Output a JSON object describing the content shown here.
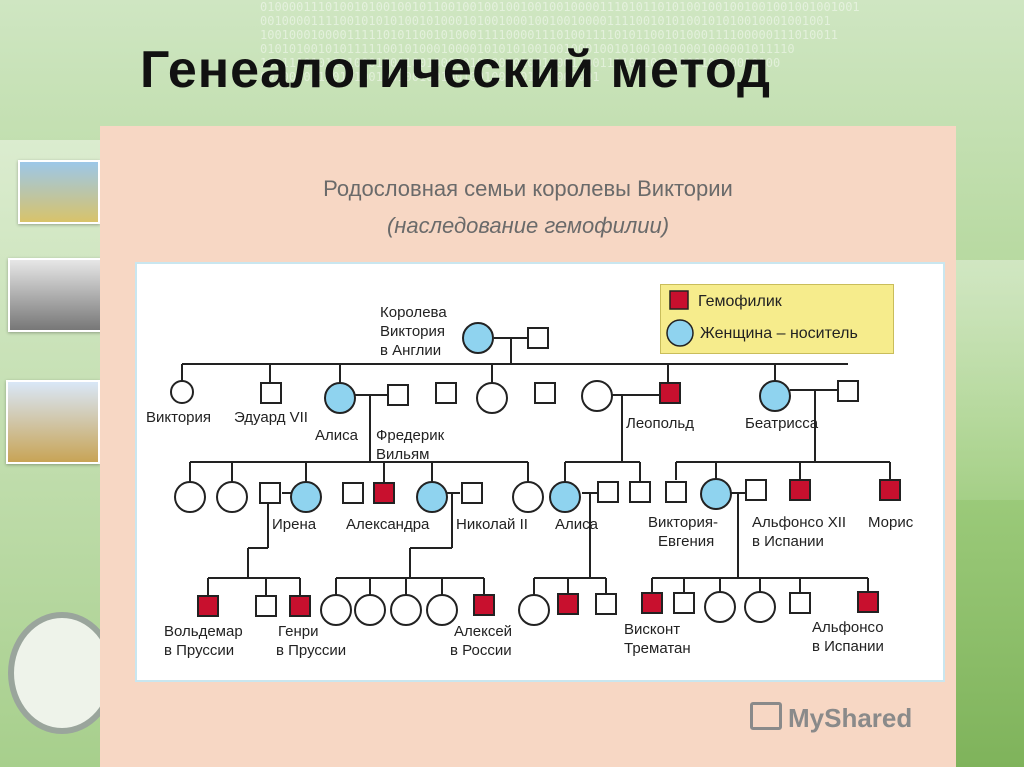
{
  "slide_title": "Генеалогический метод",
  "background_binary": [
    "01000011101001010010010110010010010010010010000111010110101001001001001001001001001",
    "0010000111100101010100101000101001000100100100001111001010100101010010001001001",
    "10010001000011111010110010100011110000111010011110101100101000111100000111010011",
    "01010100101011111001010001000010101010010010001001010010010001000001011110",
    "100111010110100010011001000101010000100100011001111001010100010010010100",
    "00100001110101001001001001001001001001001001001"
  ],
  "diagram": {
    "title": "Родословная семьи королевы Виктории",
    "subtitle": "(наследование гемофилии)",
    "legend": {
      "hemophiliac": "Гемофилик",
      "carrier": "Женщина – носитель"
    },
    "colors": {
      "hemophiliac": "#c8102e",
      "carrier": "#8fd3ef",
      "line": "#222222"
    },
    "labels": {
      "queen": [
        "Королева",
        "Виктория",
        "в Англии"
      ],
      "victoria": "Виктория",
      "edward": "Эдуард VII",
      "alice": "Алиса",
      "frederick": [
        "Фредерик",
        "Вильям"
      ],
      "leopold": "Леопольд",
      "beatrice": "Беатрисса",
      "irena": "Ирена",
      "alexandra": "Александра",
      "nicholas": "Николай II",
      "alice2": "Алиса",
      "victoria_eugenie": [
        "Виктория-",
        "Евгения"
      ],
      "alfonso12": [
        "Альфонсо XII",
        "в Испании"
      ],
      "maurice": "Морис",
      "waldemar": [
        "Вольдемар",
        "в Пруссии"
      ],
      "henry": [
        "Генри",
        "в Пруссии"
      ],
      "alexei": [
        "Алексей",
        "в России"
      ],
      "viscount": [
        "Висконт",
        "Трематан"
      ],
      "alfonso": [
        "Альфонсо",
        "в Испании"
      ]
    }
  },
  "watermark": "MyShared"
}
